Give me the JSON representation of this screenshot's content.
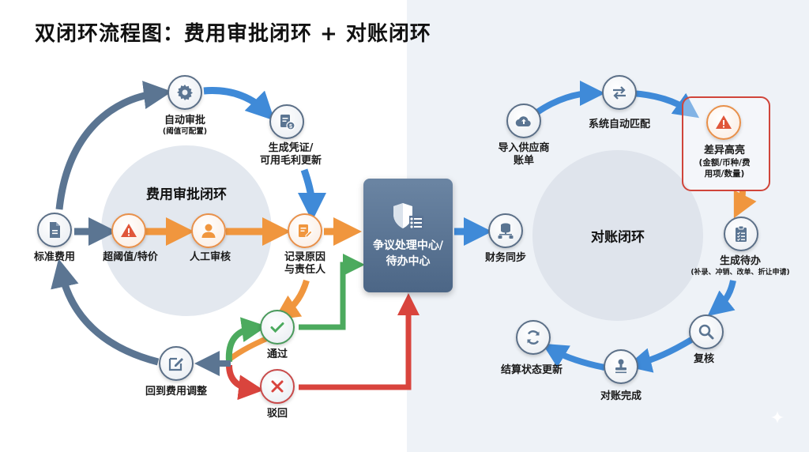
{
  "title": "双闭环流程图：费用审批闭环 + 对账闭环",
  "colors": {
    "slate": "#5b7592",
    "orange": "#f0963e",
    "blue": "#3f8ad8",
    "green": "#4caa5e",
    "red": "#d9443d",
    "highlight_border": "#d0453a",
    "center_box": "#5a7394",
    "right_bg": "#eef2f7"
  },
  "expense_loop": {
    "title": "费用审批闭环",
    "nodes": {
      "standard_expense": {
        "label": "标准费用",
        "icon": "document-icon"
      },
      "auto_approval": {
        "label": "自动审批",
        "sub": "(阈值可配置)",
        "icon": "gear-icon"
      },
      "voucher": {
        "label_line1": "生成凭证/",
        "label_line2": "可用毛利更新",
        "icon": "invoice-dollar-icon"
      },
      "over_threshold": {
        "label": "超阈值/特价",
        "icon": "warning-icon"
      },
      "manual_review": {
        "label": "人工审核",
        "icon": "user-icon"
      },
      "record_reason": {
        "label_line1": "记录原因",
        "label_line2": "与责任人",
        "icon": "note-edit-icon"
      },
      "pass": {
        "label": "通过",
        "icon": "check-icon"
      },
      "reject": {
        "label": "驳回",
        "icon": "x-icon"
      },
      "back_to_adjust": {
        "label": "回到费用调整",
        "icon": "edit-icon"
      }
    }
  },
  "center_hub": {
    "label_line1": "争议处理中心/",
    "label_line2": "待办中心",
    "icon": "shield-list-icon"
  },
  "reconcile_loop": {
    "title": "对账闭环",
    "nodes": {
      "finance_sync": {
        "label": "财务同步",
        "icon": "database-icon"
      },
      "import_bill": {
        "label_line1": "导入供应商",
        "label_line2": "账单",
        "icon": "cloud-upload-icon"
      },
      "auto_match": {
        "label": "系统自动匹配",
        "icon": "swap-arrows-icon"
      },
      "diff_highlight": {
        "label": "差异高亮",
        "sub_line1": "(金额/币种/费",
        "sub_line2": "用项/数量)",
        "icon": "warning-icon"
      },
      "generate_todo": {
        "label": "生成待办",
        "sub": "(补录、冲销、改单、折让申请)",
        "icon": "clipboard-check-icon"
      },
      "recheck": {
        "label": "复核",
        "icon": "search-icon"
      },
      "reconcile_done": {
        "label": "对账完成",
        "icon": "stamp-icon"
      },
      "settlement_update": {
        "label": "结算状态更新",
        "icon": "refresh-icon"
      }
    }
  }
}
